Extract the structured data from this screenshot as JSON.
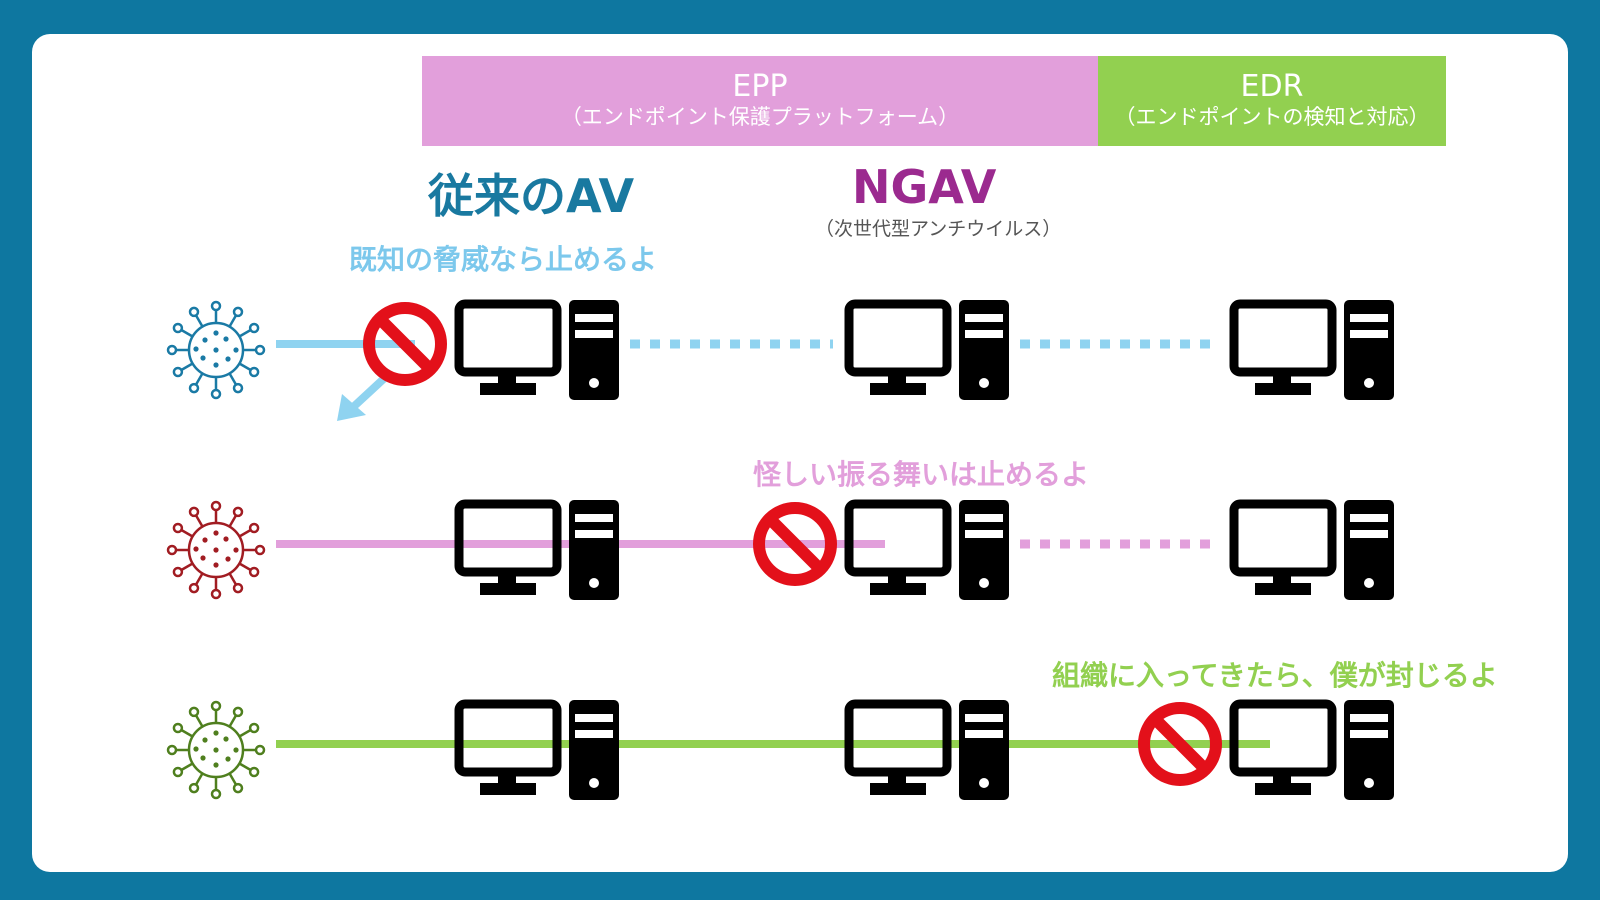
{
  "header": {
    "epp": {
      "title": "EPP",
      "subtitle": "（エンドポイント保護プラットフォーム）",
      "color": "#e29fdb"
    },
    "edr": {
      "title": "EDR",
      "subtitle": "（エンドポイントの検知と対応）",
      "color": "#92d050"
    }
  },
  "columns": {
    "av": {
      "title": "従来のAV",
      "color": "#1979a0"
    },
    "ngav": {
      "title": "NGAV",
      "subtitle": "（次世代型アンチウイルス）",
      "color": "#9b2a8f"
    }
  },
  "messages": {
    "av": "既知の脅威なら止めるよ",
    "ngav": "怪しい振る舞いは止めるよ",
    "edr": "組織に入ってきたら、僕が封じるよ"
  },
  "rows": [
    {
      "name": "known-threat",
      "virus_color": "#1a7aa5",
      "line_color": "#8fd3f0",
      "blocked_at": "av",
      "deflected": true
    },
    {
      "name": "suspicious-behavior",
      "virus_color": "#a11c22",
      "line_color": "#e29fdb",
      "blocked_at": "ngav",
      "deflected": false
    },
    {
      "name": "intrusion",
      "virus_color": "#4f7f1e",
      "line_color": "#92d050",
      "blocked_at": "edr",
      "deflected": false
    }
  ],
  "icons": {
    "computer": "desktop-computer-icon",
    "virus": "virus-icon",
    "block": "prohibited-icon"
  },
  "colors": {
    "background": "#0e77a0",
    "card": "#ffffff",
    "block": "#e3101a",
    "computer": "#000000"
  }
}
